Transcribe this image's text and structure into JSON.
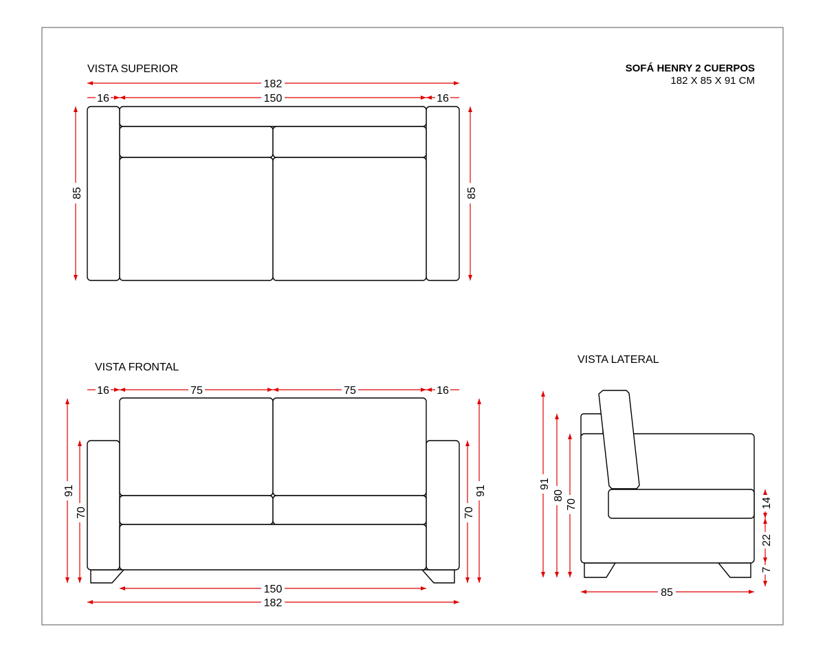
{
  "title": {
    "name": "SOFÁ HENRY 2 CUERPOS",
    "dimensions": "182 X 85 X 91 CM"
  },
  "views": {
    "top": {
      "label": "VISTA SUPERIOR",
      "dims": {
        "total_width": "182",
        "arm_left": "16",
        "seat_width": "150",
        "arm_right": "16",
        "depth_left": "85",
        "depth_right": "85"
      }
    },
    "front": {
      "label": "VISTA FRONTAL",
      "dims": {
        "arm_left": "16",
        "cushion_left": "75",
        "cushion_right": "75",
        "arm_right": "16",
        "height_left": "91",
        "arm_height_left": "70",
        "height_right": "91",
        "arm_height_right": "70",
        "base_width": "150",
        "total_width": "182"
      }
    },
    "side": {
      "label": "VISTA LATERAL",
      "dims": {
        "total_height": "91",
        "back_height": "80",
        "arm_height": "70",
        "seat_cushion": "14",
        "seat_base": "22",
        "legs": "7",
        "depth": "85"
      }
    }
  },
  "colors": {
    "dimension_line": "#e00000",
    "outline": "#000000",
    "frame": "#555555"
  }
}
